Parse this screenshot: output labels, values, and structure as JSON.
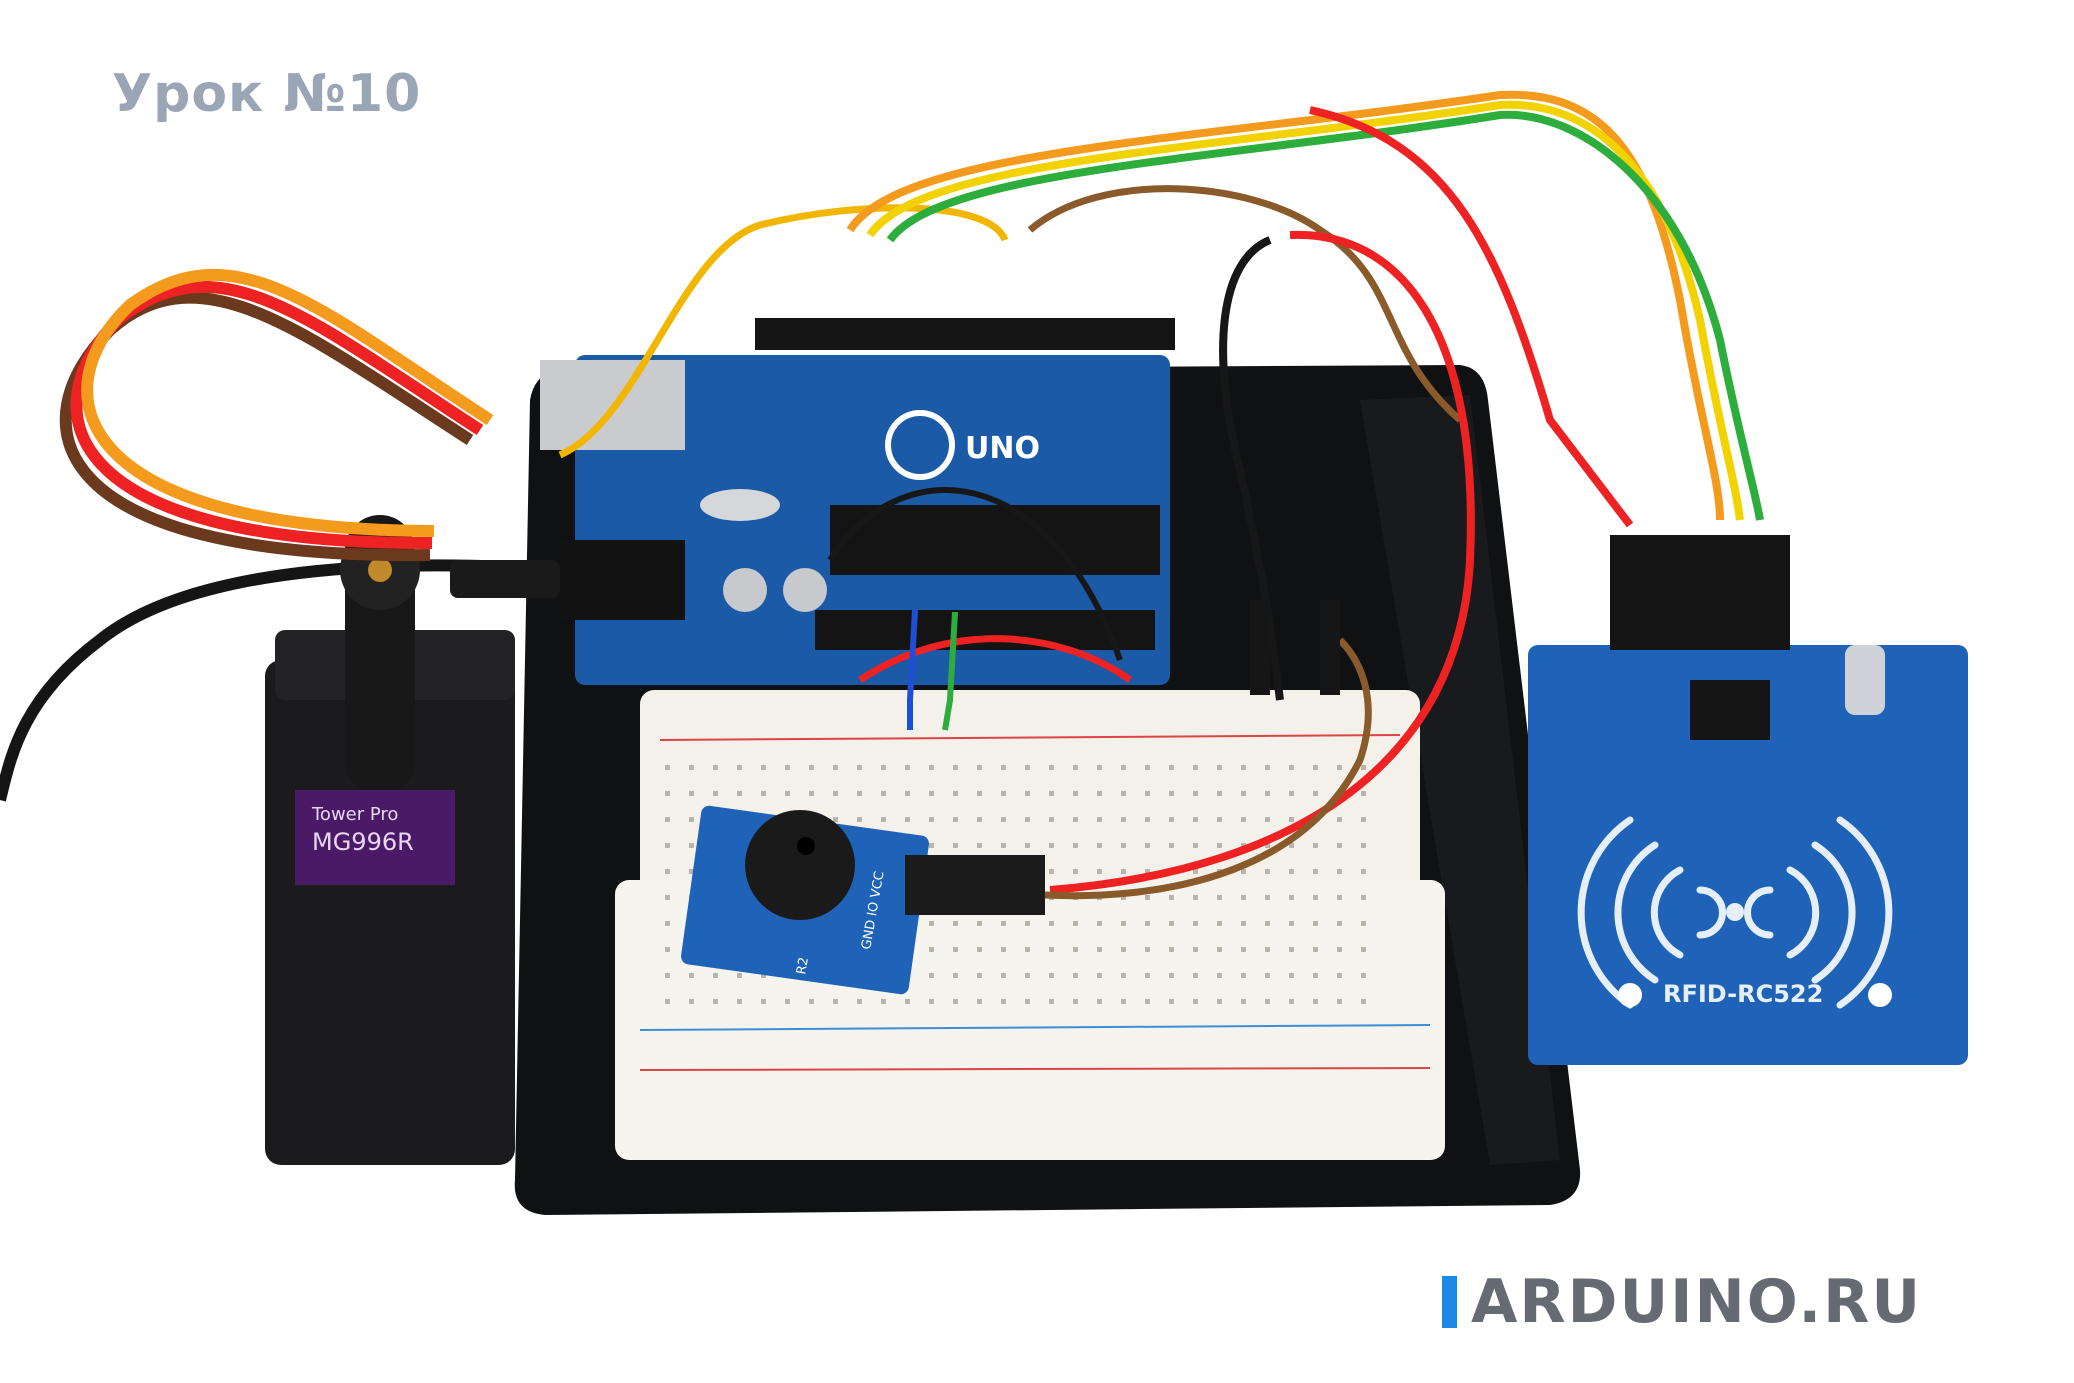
{
  "caption": "Урок №10",
  "brand": {
    "text": "ARDUINO.RU",
    "bar_color": "#1e88e5"
  },
  "components": {
    "board": {
      "brand": "UNO"
    },
    "servo": {
      "brand": "Tower Pro",
      "model": "MG996R"
    },
    "rfid": {
      "label": "RFID-RC522"
    },
    "buzzer": {
      "pins": "GND IO VCC",
      "ref": "R2"
    }
  },
  "colors": {
    "background": "#ffffff",
    "caption": "#9aa5b6",
    "brand_text": "#666b73",
    "board_blue": "#1b5aa6",
    "rfid_blue": "#1f63b8",
    "base_plate": "#101214",
    "breadboard": "#f3f1ea"
  }
}
